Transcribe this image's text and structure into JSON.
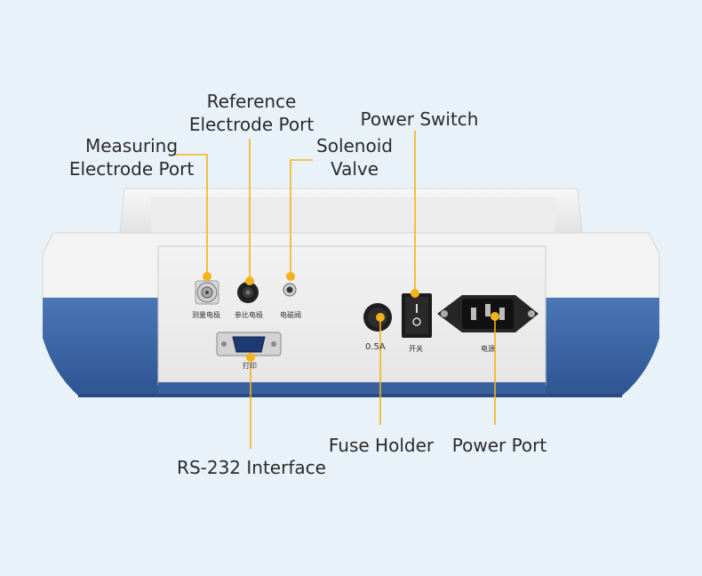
{
  "callouts": {
    "reference_port": [
      "Reference",
      "Electrode Port"
    ],
    "power_switch": "Power Switch",
    "measuring_port": [
      "Measuring",
      "Electrode Port"
    ],
    "solenoid_valve": [
      "Solenoid",
      "Valve"
    ],
    "fuse_holder": "Fuse Holder",
    "power_port": "Power Port",
    "rs232": "RS-232 Interface"
  },
  "panel_labels": {
    "measuring": "测量电极",
    "reference": "参比电极",
    "solenoid": "电磁阀",
    "print": "打印",
    "fuse": "0.5A",
    "switch": "开关",
    "power": "电源"
  },
  "colors": {
    "background": "#e9f2f9",
    "accent": "#f3b21a",
    "body_blue": "#3d66a6",
    "body_white": "#f1f1f1"
  }
}
